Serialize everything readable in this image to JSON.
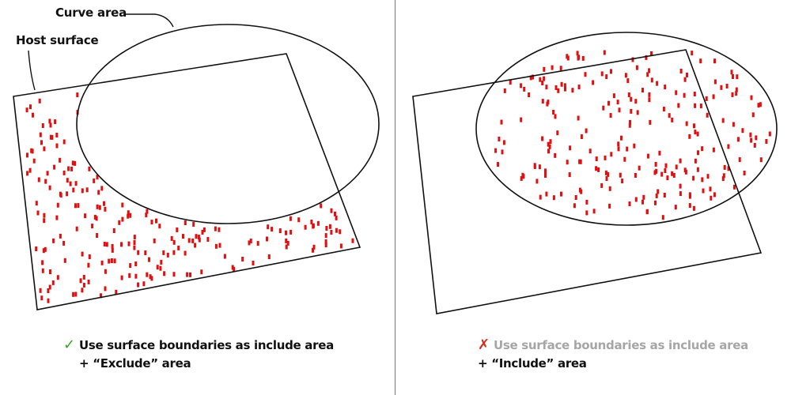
{
  "colors": {
    "outline": "#111111",
    "points": "#e01010",
    "check": "#3aa32a",
    "cross": "#d42c1a",
    "muted_text": "#a6a6a6",
    "divider": "#777777"
  },
  "left_panel": {
    "curve_label": "Curve area",
    "surface_label": "Host surface",
    "caption": {
      "mark": "✓",
      "mark_icon": "check-icon",
      "option": "Use surface boundaries as include area",
      "mode": "+ “Exclude” area"
    },
    "point_region": "surface minus curve area"
  },
  "right_panel": {
    "caption": {
      "mark": "✗",
      "mark_icon": "cross-icon",
      "option": "Use surface boundaries as include area",
      "mode": "+ “Include” area"
    },
    "point_region": "curve area (including outside surface)"
  }
}
